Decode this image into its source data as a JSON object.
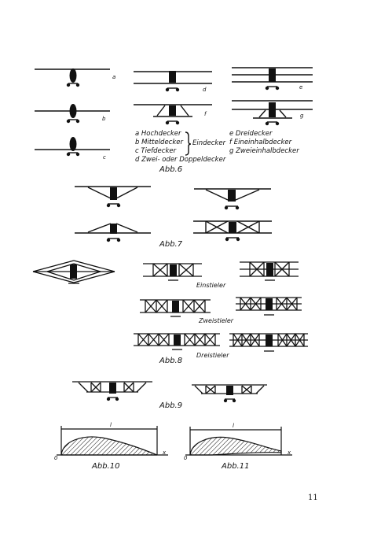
{
  "abb6": {
    "labels": {
      "a": "a",
      "b": "b",
      "c": "c",
      "d": "d",
      "e": "e",
      "f": "f",
      "g": "g"
    },
    "legend": {
      "left": [
        "a  Hochdecker",
        "b  Mitteldecker",
        "c  Tiefdecker",
        "d  Zwei- oder Doppeldecker"
      ],
      "eindecker": "Eindecker",
      "right": [
        "e  Dreidecker",
        "f  Eineinhalbdecker",
        "g  Zweieinhalbdecker"
      ]
    },
    "caption": "Abb.6"
  },
  "abb7": {
    "caption": "Abb.7"
  },
  "abb8": {
    "caption": "Abb.8",
    "labels": {
      "einstieler": "Einstieler",
      "zweistieler": "Zweistieler",
      "dreistieler": "Dreistieler"
    }
  },
  "abb9": {
    "caption": "Abb.9"
  },
  "abb10": {
    "caption": "Abb.10",
    "chord_label": "l",
    "origin_label": "0",
    "axis_label": "x"
  },
  "abb11": {
    "caption": "Abb.11",
    "chord_label": "l",
    "origin_label": "0",
    "axis_label": "x"
  },
  "page_number": "11"
}
